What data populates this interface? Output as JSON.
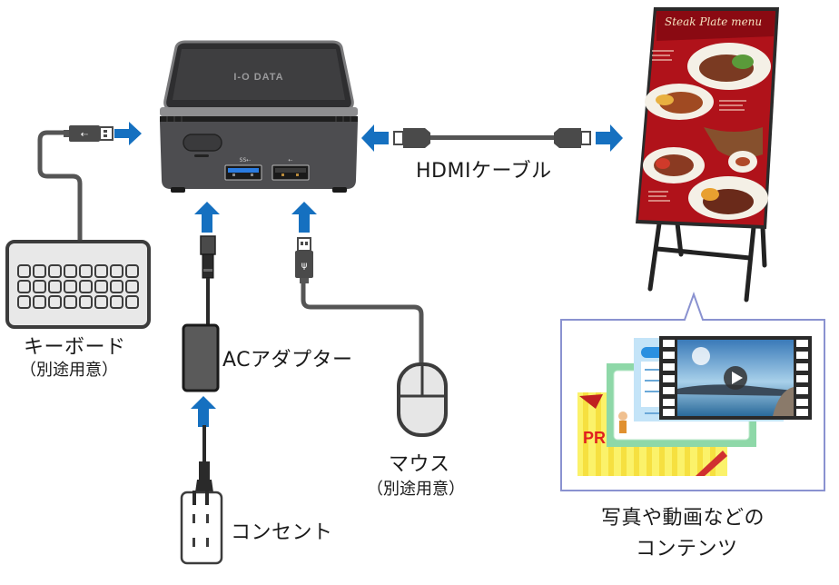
{
  "diagram": {
    "title": "Mini PC connection diagram",
    "colors": {
      "arrow": "#1570c0",
      "cable": "#555555",
      "device_body": "#4a4a4c",
      "device_top": "#3a3a3c",
      "outline": "#3c3c3c",
      "device_fill": "#e8e8e8",
      "callout_border": "#8a92d0",
      "signage_red": "#b0121a",
      "usb3_blue": "#2a7be0"
    },
    "device": {
      "brand": "I-O DATA",
      "ports": [
        "USB 3.0",
        "USB 2.0"
      ],
      "port_symbols": [
        "SS⇠",
        "⇠"
      ]
    },
    "components": {
      "keyboard": {
        "label": "キーボード",
        "note": "（別途用意）",
        "connector": "USB"
      },
      "ac_adapter": {
        "label": "ACアダプター"
      },
      "outlet": {
        "label": "コンセント"
      },
      "mouse": {
        "label": "マウス",
        "note": "（別途用意）",
        "connector": "USB"
      },
      "hdmi": {
        "label": "HDMIケーブル"
      },
      "signage": {
        "menu_title": "Steak Plate menu"
      },
      "content": {
        "label_line1": "写真や動画などの",
        "label_line2": "コンテンツ",
        "card_text": "PR"
      }
    }
  }
}
